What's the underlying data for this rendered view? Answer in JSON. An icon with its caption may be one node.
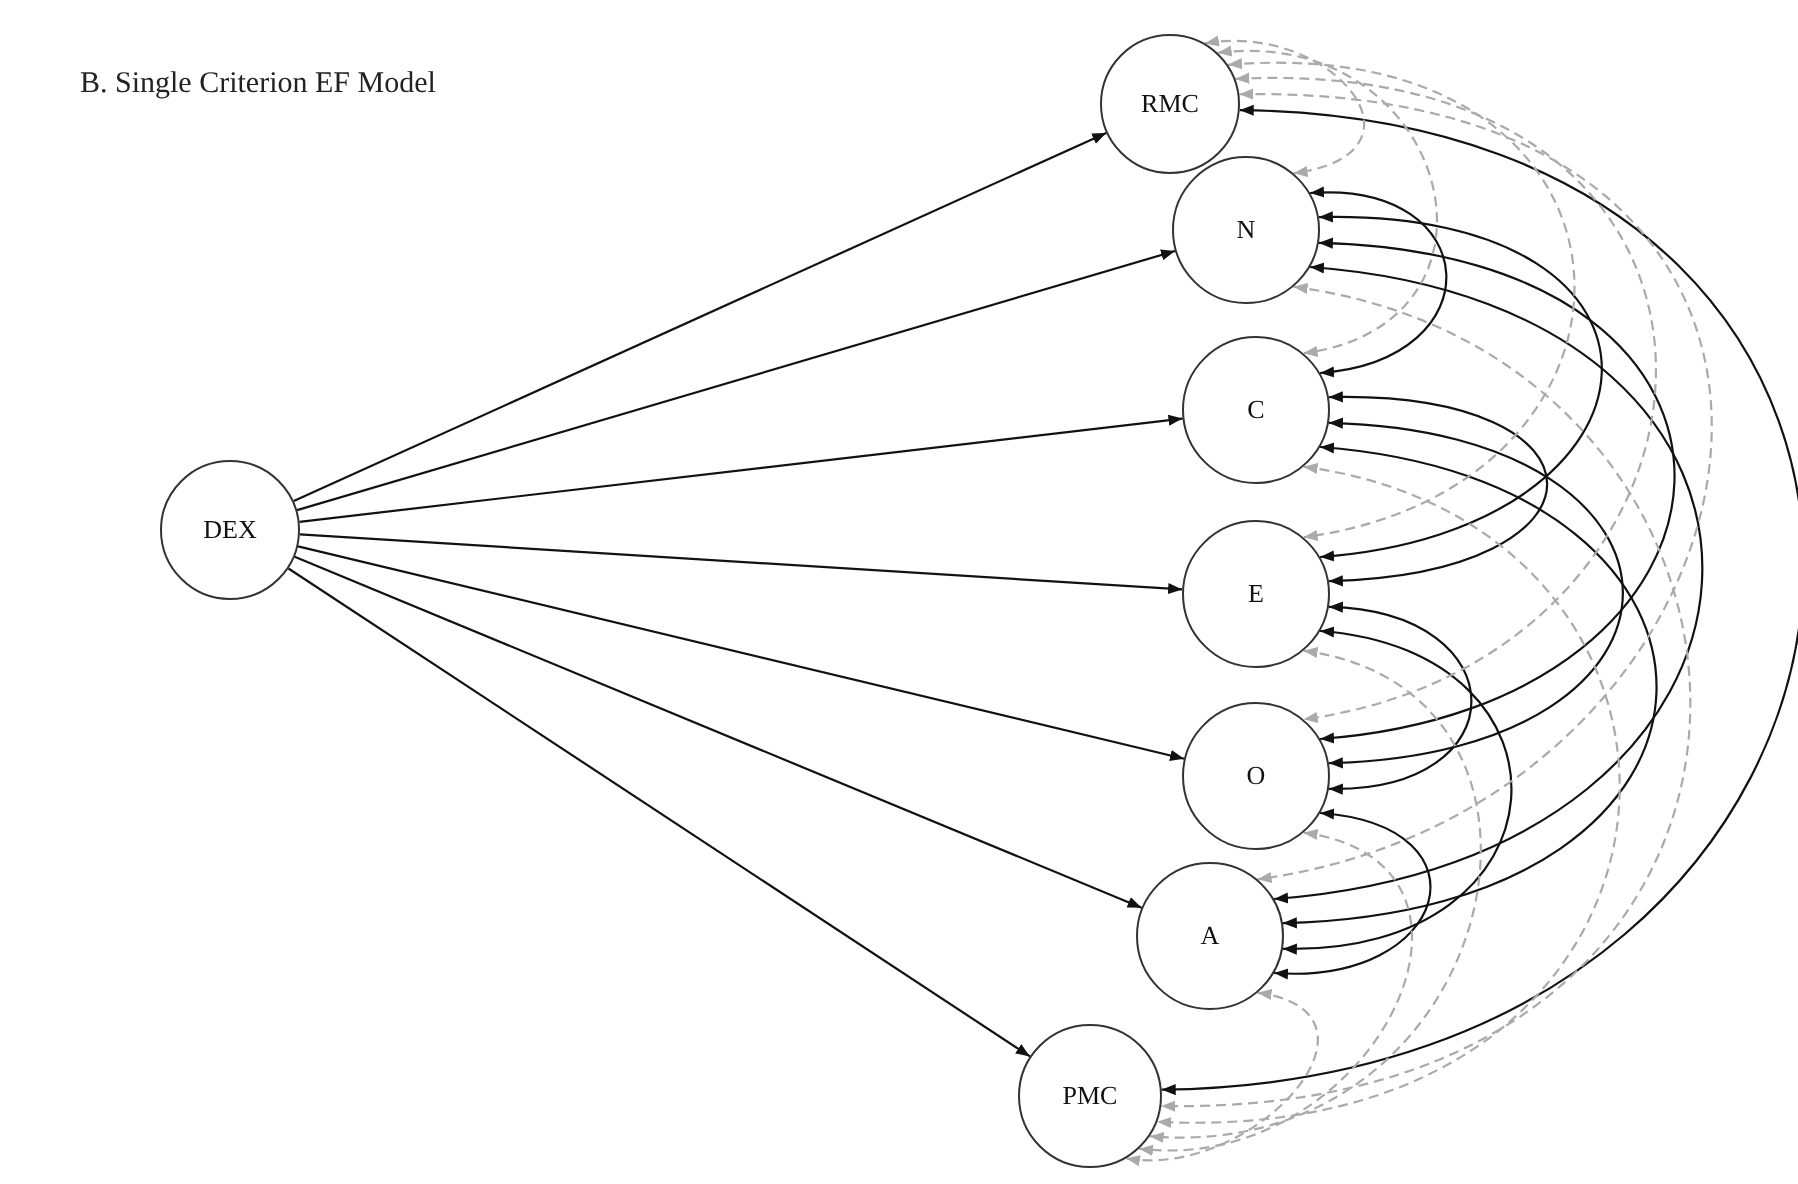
{
  "diagram": {
    "title": "B. Single Criterion EF Model",
    "nodes": [
      {
        "text": [
          "DEX"
        ]
      },
      {
        "text": [
          "RMC"
        ]
      },
      {
        "text": [
          "N"
        ]
      },
      {
        "text": [
          "C"
        ]
      },
      {
        "text": [
          "E"
        ]
      },
      {
        "text": [
          "O"
        ]
      },
      {
        "text": [
          "A"
        ]
      },
      {
        "text": [
          "PMC"
        ]
      }
    ],
    "edges": [
      {
        "from": 0,
        "to": 1,
        "arrow": "to"
      },
      {
        "from": 0,
        "to": 2,
        "arrow": "to"
      },
      {
        "from": 0,
        "to": 3,
        "arrow": "to"
      },
      {
        "from": 0,
        "to": 4,
        "arrow": "to"
      },
      {
        "from": 0,
        "to": 5,
        "arrow": "to"
      },
      {
        "from": 0,
        "to": 6,
        "arrow": "to"
      },
      {
        "from": 0,
        "to": 7,
        "arrow": "to"
      },
      {
        "from": 2,
        "to": 3,
        "arrow": "both"
      },
      {
        "from": 2,
        "to": 4,
        "arrow": "both"
      },
      {
        "from": 2,
        "to": 5,
        "arrow": "both"
      },
      {
        "from": 2,
        "to": 6,
        "arrow": "both"
      },
      {
        "from": 3,
        "to": 4,
        "arrow": "both"
      },
      {
        "from": 3,
        "to": 5,
        "arrow": "both"
      },
      {
        "from": 3,
        "to": 6,
        "arrow": "both"
      },
      {
        "from": 4,
        "to": 5,
        "arrow": "both"
      },
      {
        "from": 4,
        "to": 6,
        "arrow": "both"
      },
      {
        "from": 5,
        "to": 6,
        "arrow": "both"
      },
      {
        "from": 1,
        "to": 7,
        "arrow": "both"
      },
      {
        "from": 1,
        "to": 2,
        "arrow": "both",
        "style": "dashed",
        "color": "#aaaaaa"
      },
      {
        "from": 1,
        "to": 3,
        "arrow": "both",
        "style": "dashed",
        "color": "#aaaaaa"
      },
      {
        "from": 1,
        "to": 4,
        "arrow": "both",
        "style": "dashed",
        "color": "#aaaaaa"
      },
      {
        "from": 1,
        "to": 5,
        "arrow": "both",
        "style": "dashed",
        "color": "#aaaaaa"
      },
      {
        "from": 1,
        "to": 6,
        "arrow": "both",
        "style": "dashed",
        "color": "#aaaaaa"
      },
      {
        "from": 2,
        "to": 7,
        "arrow": "both",
        "style": "dashed",
        "color": "#aaaaaa"
      },
      {
        "from": 3,
        "to": 7,
        "arrow": "both",
        "style": "dashed",
        "color": "#aaaaaa"
      },
      {
        "from": 4,
        "to": 7,
        "arrow": "both",
        "style": "dashed",
        "color": "#aaaaaa"
      },
      {
        "from": 5,
        "to": 7,
        "arrow": "both",
        "style": "dashed",
        "color": "#aaaaaa"
      },
      {
        "from": 6,
        "to": 7,
        "arrow": "both",
        "style": "dashed",
        "color": "#aaaaaa"
      }
    ]
  }
}
